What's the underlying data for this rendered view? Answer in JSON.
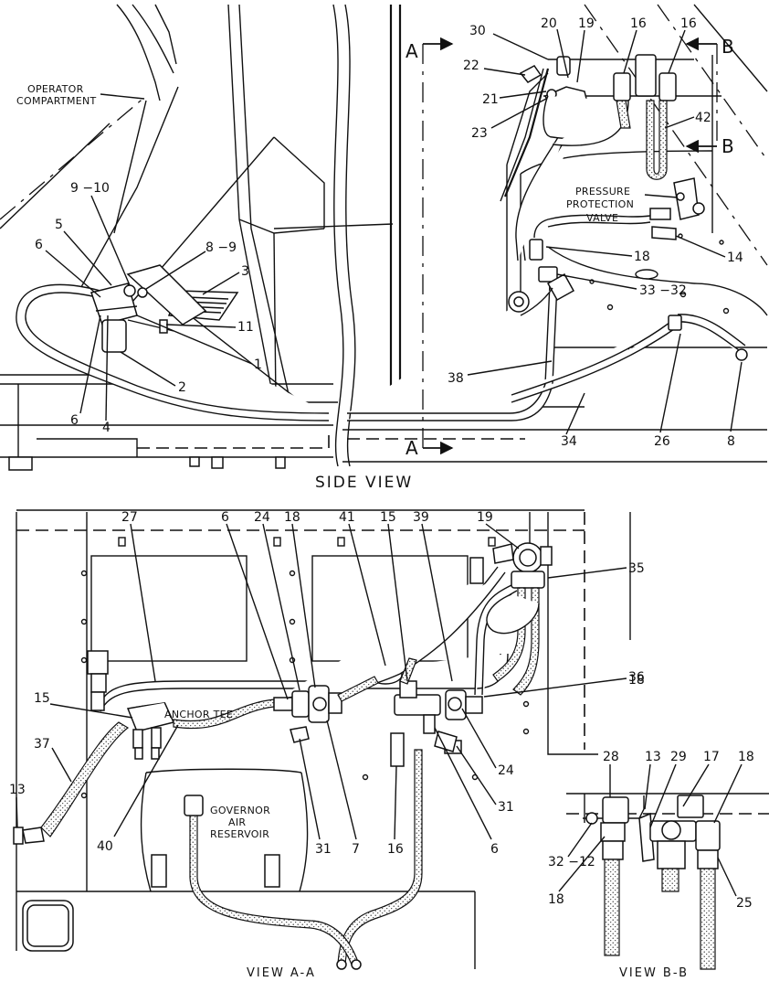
{
  "views": {
    "side": {
      "title": "SIDE VIEW",
      "captions": {
        "operator": [
          "OPERATOR",
          "COMPARTMENT"
        ],
        "pressure": [
          "PRESSURE",
          "PROTECTION",
          "VALVE"
        ]
      },
      "section_markers": [
        "A",
        "A",
        "B",
        "B"
      ],
      "callouts": [
        "30",
        "22",
        "20",
        "19",
        "16",
        "16",
        "21",
        "23",
        "42",
        "9 −10",
        "5",
        "8 −9",
        "3",
        "6",
        "11",
        "1",
        "2",
        "6",
        "4",
        "18",
        "14",
        "33 −32",
        "38",
        "34",
        "26",
        "8"
      ]
    },
    "view_aa": {
      "title": "VIEW A-A",
      "captions": {
        "anchor": "ANCHOR TEE",
        "governor": [
          "GOVERNOR",
          "AIR",
          "RESERVOIR"
        ]
      },
      "callouts": [
        "27",
        "6",
        "24",
        "18",
        "41",
        "15",
        "39",
        "19",
        "35",
        "36",
        "18",
        "15",
        "37",
        "13",
        "24",
        "31",
        "40",
        "31",
        "7",
        "16",
        "6"
      ]
    },
    "view_bb": {
      "title": "VIEW B-B",
      "callouts": [
        "28",
        "13",
        "29",
        "17",
        "18",
        "32 −12",
        "18",
        "25"
      ]
    }
  }
}
